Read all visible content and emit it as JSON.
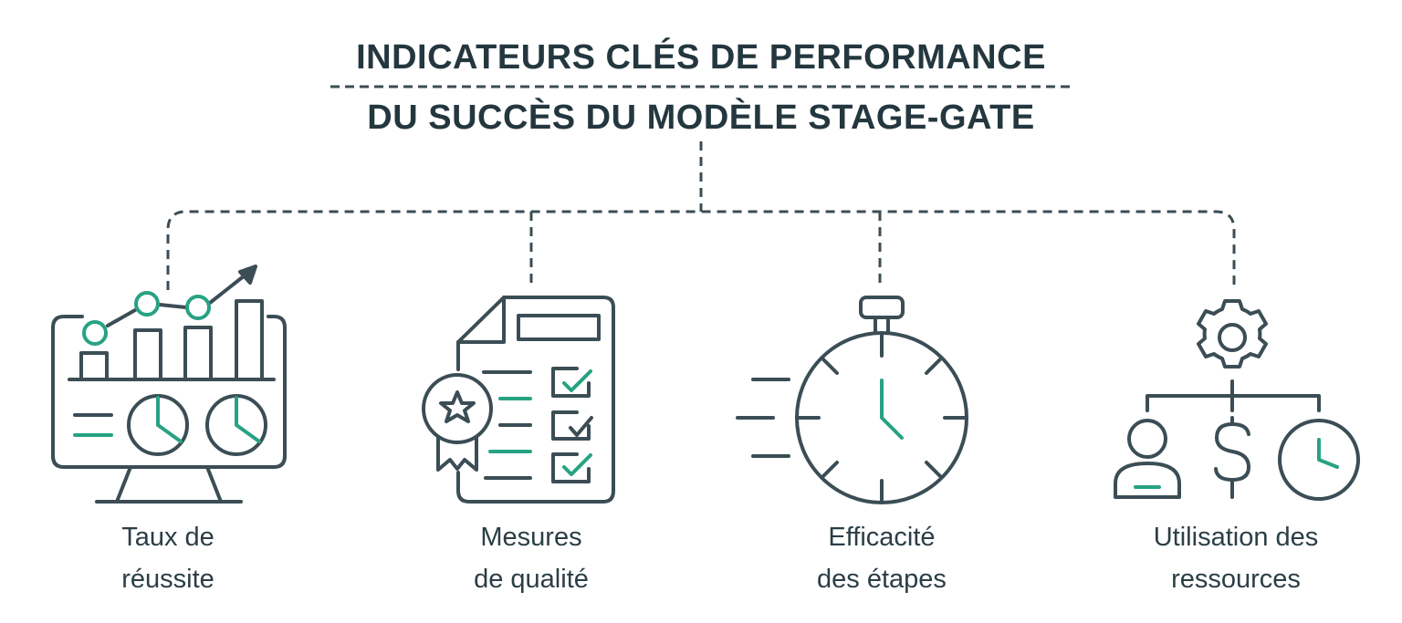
{
  "title": {
    "line1": "INDICATEURS CLÉS DE PERFORMANCE",
    "line2": "DU SUCCÈS DU MODÈLE STAGE-GATE"
  },
  "colors": {
    "primary": "#3b4d55",
    "accent": "#27a283",
    "title": "#24373f"
  },
  "items": [
    {
      "icon": "monitor-chart-icon",
      "label_line1": "Taux de",
      "label_line2": "réussite"
    },
    {
      "icon": "checklist-award-icon",
      "label_line1": "Mesures",
      "label_line2": "de qualité"
    },
    {
      "icon": "stopwatch-icon",
      "label_line1": "Efficacité",
      "label_line2": "des étapes"
    },
    {
      "icon": "resource-gear-icon",
      "label_line1": "Utilisation des",
      "label_line2": "ressources"
    }
  ]
}
